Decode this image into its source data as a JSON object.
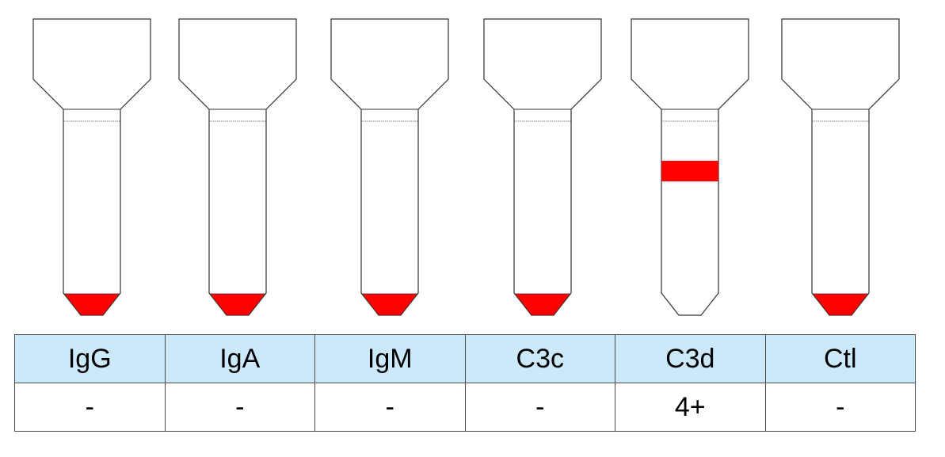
{
  "colors": {
    "reaction": "#ff0000",
    "header_background": "#cce9fb"
  },
  "tubes": [
    {
      "label": "IgG",
      "result": "-",
      "agglutination_band": false,
      "cell_button_at_bottom": true
    },
    {
      "label": "IgA",
      "result": "-",
      "agglutination_band": false,
      "cell_button_at_bottom": true
    },
    {
      "label": "IgM",
      "result": "-",
      "agglutination_band": false,
      "cell_button_at_bottom": true
    },
    {
      "label": "C3c",
      "result": "-",
      "agglutination_band": false,
      "cell_button_at_bottom": true
    },
    {
      "label": "C3d",
      "result": "4+",
      "agglutination_band": true,
      "cell_button_at_bottom": false
    },
    {
      "label": "Ctl",
      "result": "-",
      "agglutination_band": false,
      "cell_button_at_bottom": true
    }
  ]
}
